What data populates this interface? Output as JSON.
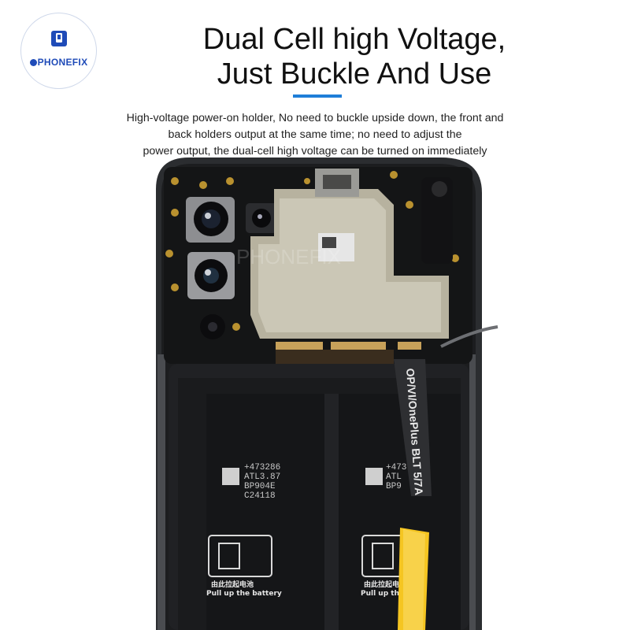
{
  "brand": {
    "name": "PHONEFIX",
    "colors": {
      "brand_blue": "#1f4bb8",
      "accent_line": "#1f7ed8",
      "tool_yellow": "#f5c521"
    }
  },
  "title": {
    "line1": "Dual Cell high Voltage,",
    "line2": "Just Buckle And Use"
  },
  "description": {
    "line1": "High-voltage power-on holder, No need to buckle upside down, the front and",
    "line2": "back holders output at the same time; no need to adjust the",
    "line3": "power output, the dual-cell high voltage can be turned on immediately"
  },
  "photo": {
    "watermark": "PHONEFIX",
    "board_text": "OP/VI/OnePlus BLT 5/7A",
    "battery": {
      "model_lines": [
        "+473286",
        "ATL3.87",
        "BP904E",
        "C24118"
      ],
      "model_lines_right": [
        "+473",
        "ATL",
        "BP9"
      ],
      "label_cn": "由此拉起电池",
      "label_en": "Pull up the battery",
      "label_en_partial": "Pull up the ba"
    }
  }
}
